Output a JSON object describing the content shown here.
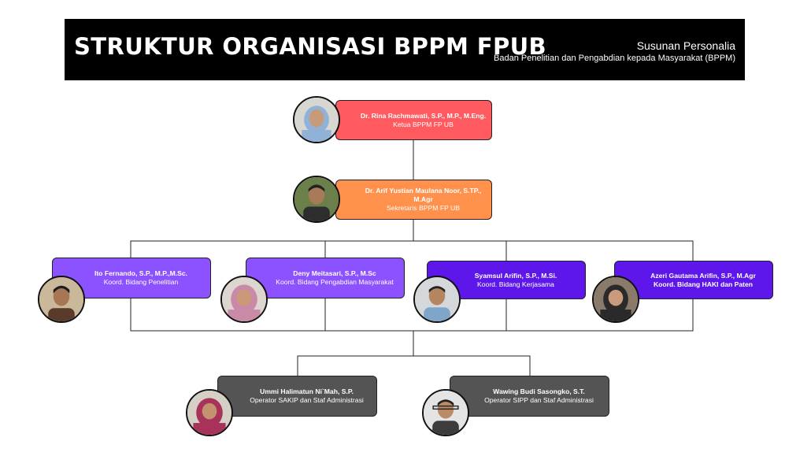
{
  "header": {
    "title": "STRUKTUR ORGANISASI BPPM FPUB",
    "subtitle": "Susunan Personalia",
    "subtitle2": "Badan Penelitian dan Pengabdian kepada Masyarakat (BPPM)"
  },
  "colors": {
    "ketua": "#ff5a5f",
    "sekretaris": "#ff914d",
    "koord_light": "#8c52ff",
    "koord_dark": "#5e17eb",
    "operator": "#545454"
  },
  "people": {
    "ketua": {
      "name": "Dr. Rina Rachmawati, S.P., M.P., M.Eng.",
      "role": "Ketua BPPM FP UB"
    },
    "sekretaris": {
      "name": "Dr. Arif Yustian Maulana Noor, S.TP., M.Agr",
      "role": "Sekretaris BPPM FP UB"
    },
    "koord_penelitian": {
      "name": "Ito Fernando, S.P., M.P.,M.Sc.",
      "role": "Koord. Bidang Penelitian"
    },
    "koord_pengabdian": {
      "name": "Deny Meitasari, S.P., M.Sc",
      "role": "Koord. Bidang Pengabdian Masyarakat"
    },
    "koord_kerjasama": {
      "name": "Syamsul Arifin, S.P., M.Si.",
      "role": "Koord. Bidang Kerjasama"
    },
    "koord_haki": {
      "name": "Azeri Gautama Arifin, S.P., M.Agr",
      "role": "Koord. Bidang HAKI dan Paten"
    },
    "operator_sakip": {
      "name": "Ummi Halimatun Ni`Mah, S.P.",
      "role": "Operator SAKIP dan Staf Administrasi"
    },
    "operator_sipp": {
      "name": "Wawing Budi Sasongko, S.T.",
      "role": "Operator SIPP dan Staf Administrasi"
    }
  }
}
